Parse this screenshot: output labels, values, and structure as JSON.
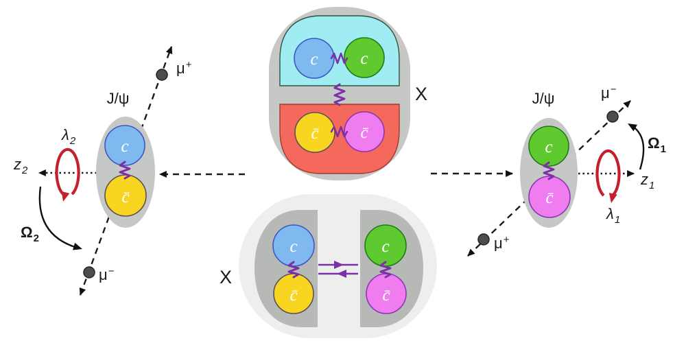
{
  "left_system": {
    "meson": "J/ψ",
    "z_axis": {
      "base": "z",
      "sub": "2"
    },
    "helicity": {
      "base": "λ",
      "sub": "2"
    },
    "solid_angle": {
      "base": "Ω",
      "sub": "2"
    },
    "muon_up": {
      "base": "μ",
      "sup": "+"
    },
    "muon_down": {
      "base": "μ",
      "sup": "−"
    },
    "quark": "c",
    "antiquark": "c̄"
  },
  "right_system": {
    "meson": "J/ψ",
    "z_axis": {
      "base": "z",
      "sub": "1"
    },
    "helicity": {
      "base": "λ",
      "sub": "1"
    },
    "solid_angle": {
      "base": "Ω",
      "sub": "1"
    },
    "muon_up": {
      "base": "μ",
      "sup": "−"
    },
    "muon_down": {
      "base": "μ",
      "sup": "+"
    },
    "quark": "c",
    "antiquark": "c̄"
  },
  "compact_state": {
    "label": "X",
    "diquark": [
      "c",
      "c"
    ],
    "antidiquark": [
      "c̄",
      "c̄"
    ]
  },
  "molecular_state": {
    "label": "X",
    "left_meson": {
      "quark": "c",
      "antiquark": "c̄"
    },
    "right_meson": {
      "quark": "c",
      "antiquark": "c̄"
    }
  },
  "colors": {
    "charm_blue": "#80b9ef",
    "charm_green": "#5fca2f",
    "anticharm_yellow": "#f7d520",
    "anticharm_magenta": "#f07df0",
    "diquark_cyan": "#9fecf2",
    "antidiquark_red": "#f5695c",
    "container_gray": "#c6c8c5",
    "lobe_gray": "#b7b9b6",
    "outer_light_gray": "#edefec",
    "gluon_purple": "#7b2fa8",
    "rotation_red": "#c41f2c",
    "charm_blue_edge": "#3a57c4",
    "charm_green_edge": "#217a1a",
    "anticharm_yellow_edge": "#5c5150",
    "anticharm_magenta_edge": "#8a35b5",
    "diquark_cyan_edge": "#33503f",
    "antidiquark_red_edge": "#a43828"
  }
}
